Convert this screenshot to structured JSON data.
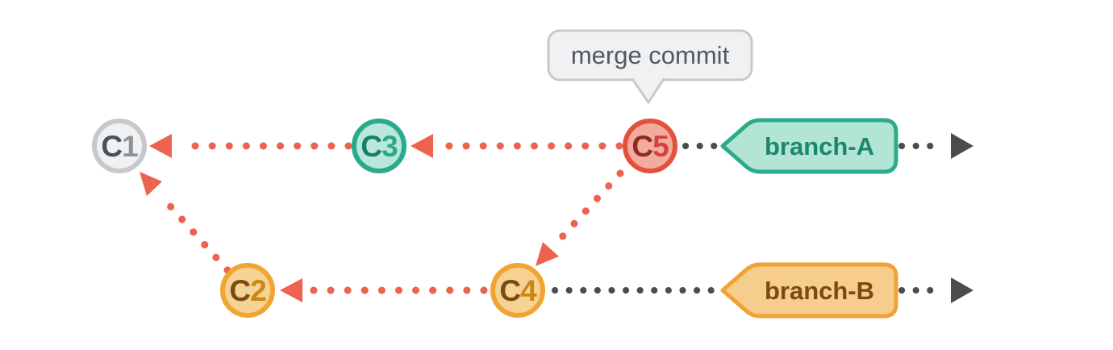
{
  "diagram": {
    "type": "git-commit-graph",
    "tooltip": {
      "label": "merge commit"
    },
    "commits": {
      "c1": {
        "prefix": "C",
        "num": "1"
      },
      "c2": {
        "prefix": "C",
        "num": "2"
      },
      "c3": {
        "prefix": "C",
        "num": "3"
      },
      "c4": {
        "prefix": "C",
        "num": "4"
      },
      "c5": {
        "prefix": "C",
        "num": "5"
      }
    },
    "branches": {
      "a": {
        "label": "branch-A"
      },
      "b": {
        "label": "branch-B"
      }
    },
    "colors": {
      "parent_arrow_red": "#ee6250",
      "timeline_dark": "#4a4d4f",
      "commit_c1_fill": "#f0f1f2",
      "commit_c1_stroke": "#c6c8ca",
      "commit_teal_fill": "#b9e7d9",
      "commit_teal_stroke": "#29aa8c",
      "commit_red_fill": "#f3ab9f",
      "commit_red_stroke": "#e3513d",
      "commit_orange_fill": "#f7d295",
      "commit_orange_stroke": "#f1a433",
      "branch_a_fill": "#b2e5d3",
      "branch_a_stroke": "#2aab8c",
      "branch_a_text": "#1d8670",
      "branch_b_fill": "#f6cd8c",
      "branch_b_stroke": "#f0a232",
      "branch_b_text": "#7b4a11",
      "tooltip_fill": "#eff1f2",
      "tooltip_stroke": "#c6cacc",
      "tooltip_text": "#54595d"
    }
  }
}
